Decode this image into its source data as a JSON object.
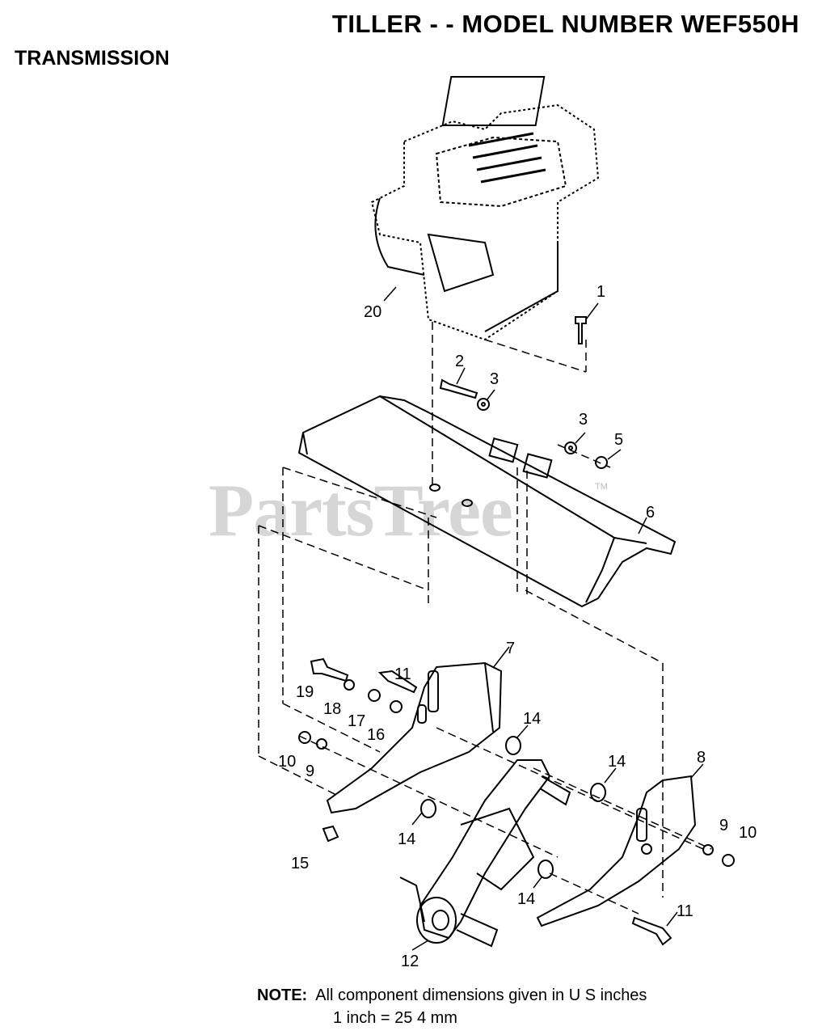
{
  "header": {
    "title": "TILLER - - MODEL NUMBER WEF550H",
    "section": "TRANSMISSION"
  },
  "watermark": {
    "text": "PartsTree",
    "tm": "TM"
  },
  "callouts": [
    "1",
    "2",
    "3",
    "3",
    "5",
    "6",
    "7",
    "8",
    "9",
    "9",
    "10",
    "10",
    "11",
    "11",
    "12",
    "14",
    "14",
    "14",
    "14",
    "15",
    "16",
    "17",
    "18",
    "19",
    "20"
  ],
  "note": {
    "label": "NOTE:",
    "line1": "All component dimensions given in U S  inches",
    "line2": "1 inch = 25 4 mm"
  }
}
